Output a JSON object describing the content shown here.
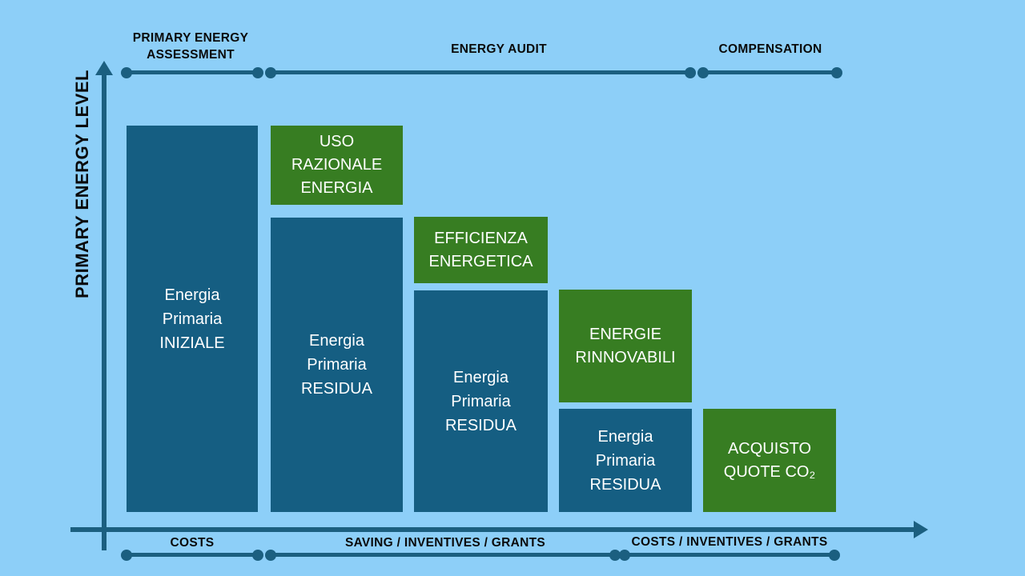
{
  "colors": {
    "background": "#8DCFF8",
    "bar": "#155E82",
    "green": "#377D22",
    "line": "#1B5F80",
    "label_text": "#0A0A0A",
    "bar_text": "#FFFFFF"
  },
  "y_axis": {
    "label": "PRIMARY ENERGY LEVEL"
  },
  "top_phases": [
    {
      "label": "PRIMARY ENERGY\nASSESSMENT"
    },
    {
      "label": "ENERGY AUDIT"
    },
    {
      "label": "COMPENSATION"
    }
  ],
  "columns": [
    {
      "bar_text": "Energia\nPrimaria\nINIZIALE"
    },
    {
      "green_text": "USO\nRAZIONALE\nENERGIA",
      "bar_text": "Energia\nPrimaria\nRESIDUA"
    },
    {
      "green_text": "EFFICIENZA\nENERGETICA",
      "bar_text": "Energia\nPrimaria\nRESIDUA"
    },
    {
      "green_text": "ENERGIE\nRINNOVABILI",
      "bar_text": "Energia\nPrimaria\nRESIDUA"
    },
    {
      "green_text": "ACQUISTO\nQUOTE CO₂"
    }
  ],
  "bottom_phases": [
    {
      "label": "COSTS"
    },
    {
      "label": "SAVING / INVENTIVES / GRANTS"
    },
    {
      "label": "COSTS / INVENTIVES / GRANTS"
    }
  ]
}
